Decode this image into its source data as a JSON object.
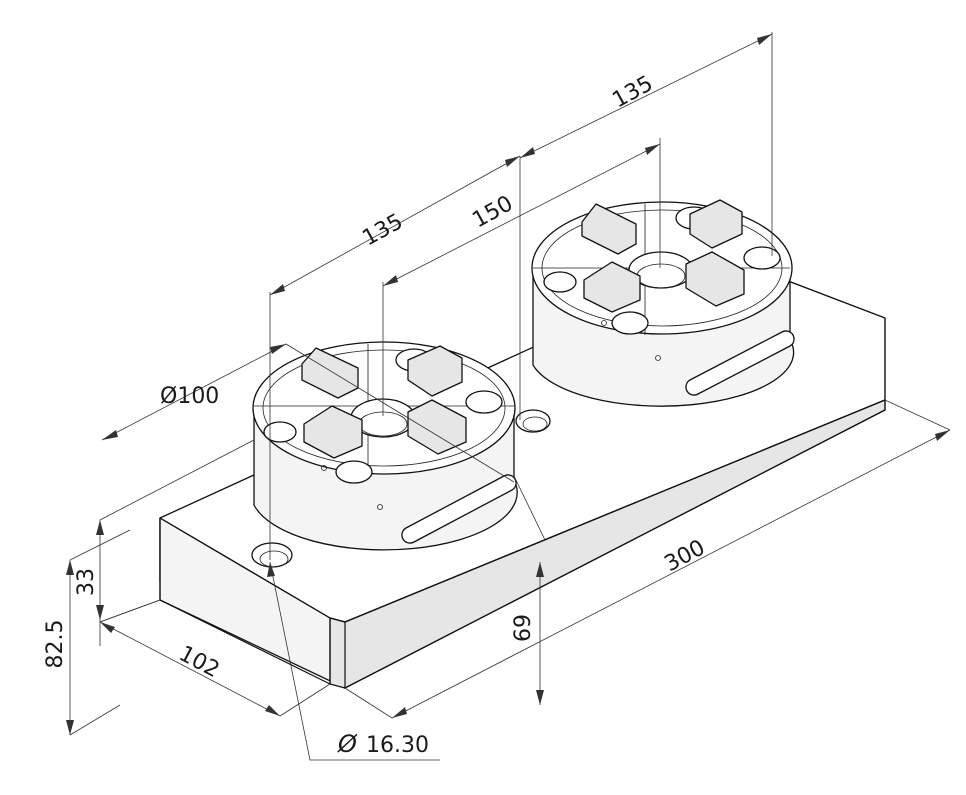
{
  "drawing": {
    "dimensions": {
      "pitch_a": "135",
      "pitch_b": "135",
      "spacing": "150",
      "chuck_diameter": "Ø100",
      "length": "300",
      "width": "102",
      "total_height": "82.5",
      "plate_height": "33",
      "chuck_height": "69",
      "hole_diameter": "16.30",
      "hole_symbol": "Ø"
    }
  }
}
